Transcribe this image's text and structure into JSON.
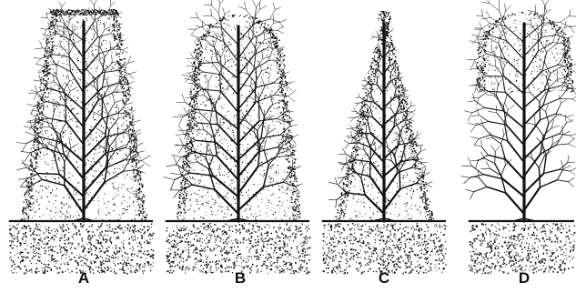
{
  "figure": {
    "panels": [
      {
        "label": "A",
        "shape": "flat-top wide hedge"
      },
      {
        "label": "B",
        "shape": "round-top hedge"
      },
      {
        "label": "C",
        "shape": "pointed narrow hedge"
      },
      {
        "label": "D",
        "shape": "round-top, bare lower branches"
      }
    ],
    "colors": {
      "ink": "#111111",
      "background": "#ffffff"
    }
  }
}
